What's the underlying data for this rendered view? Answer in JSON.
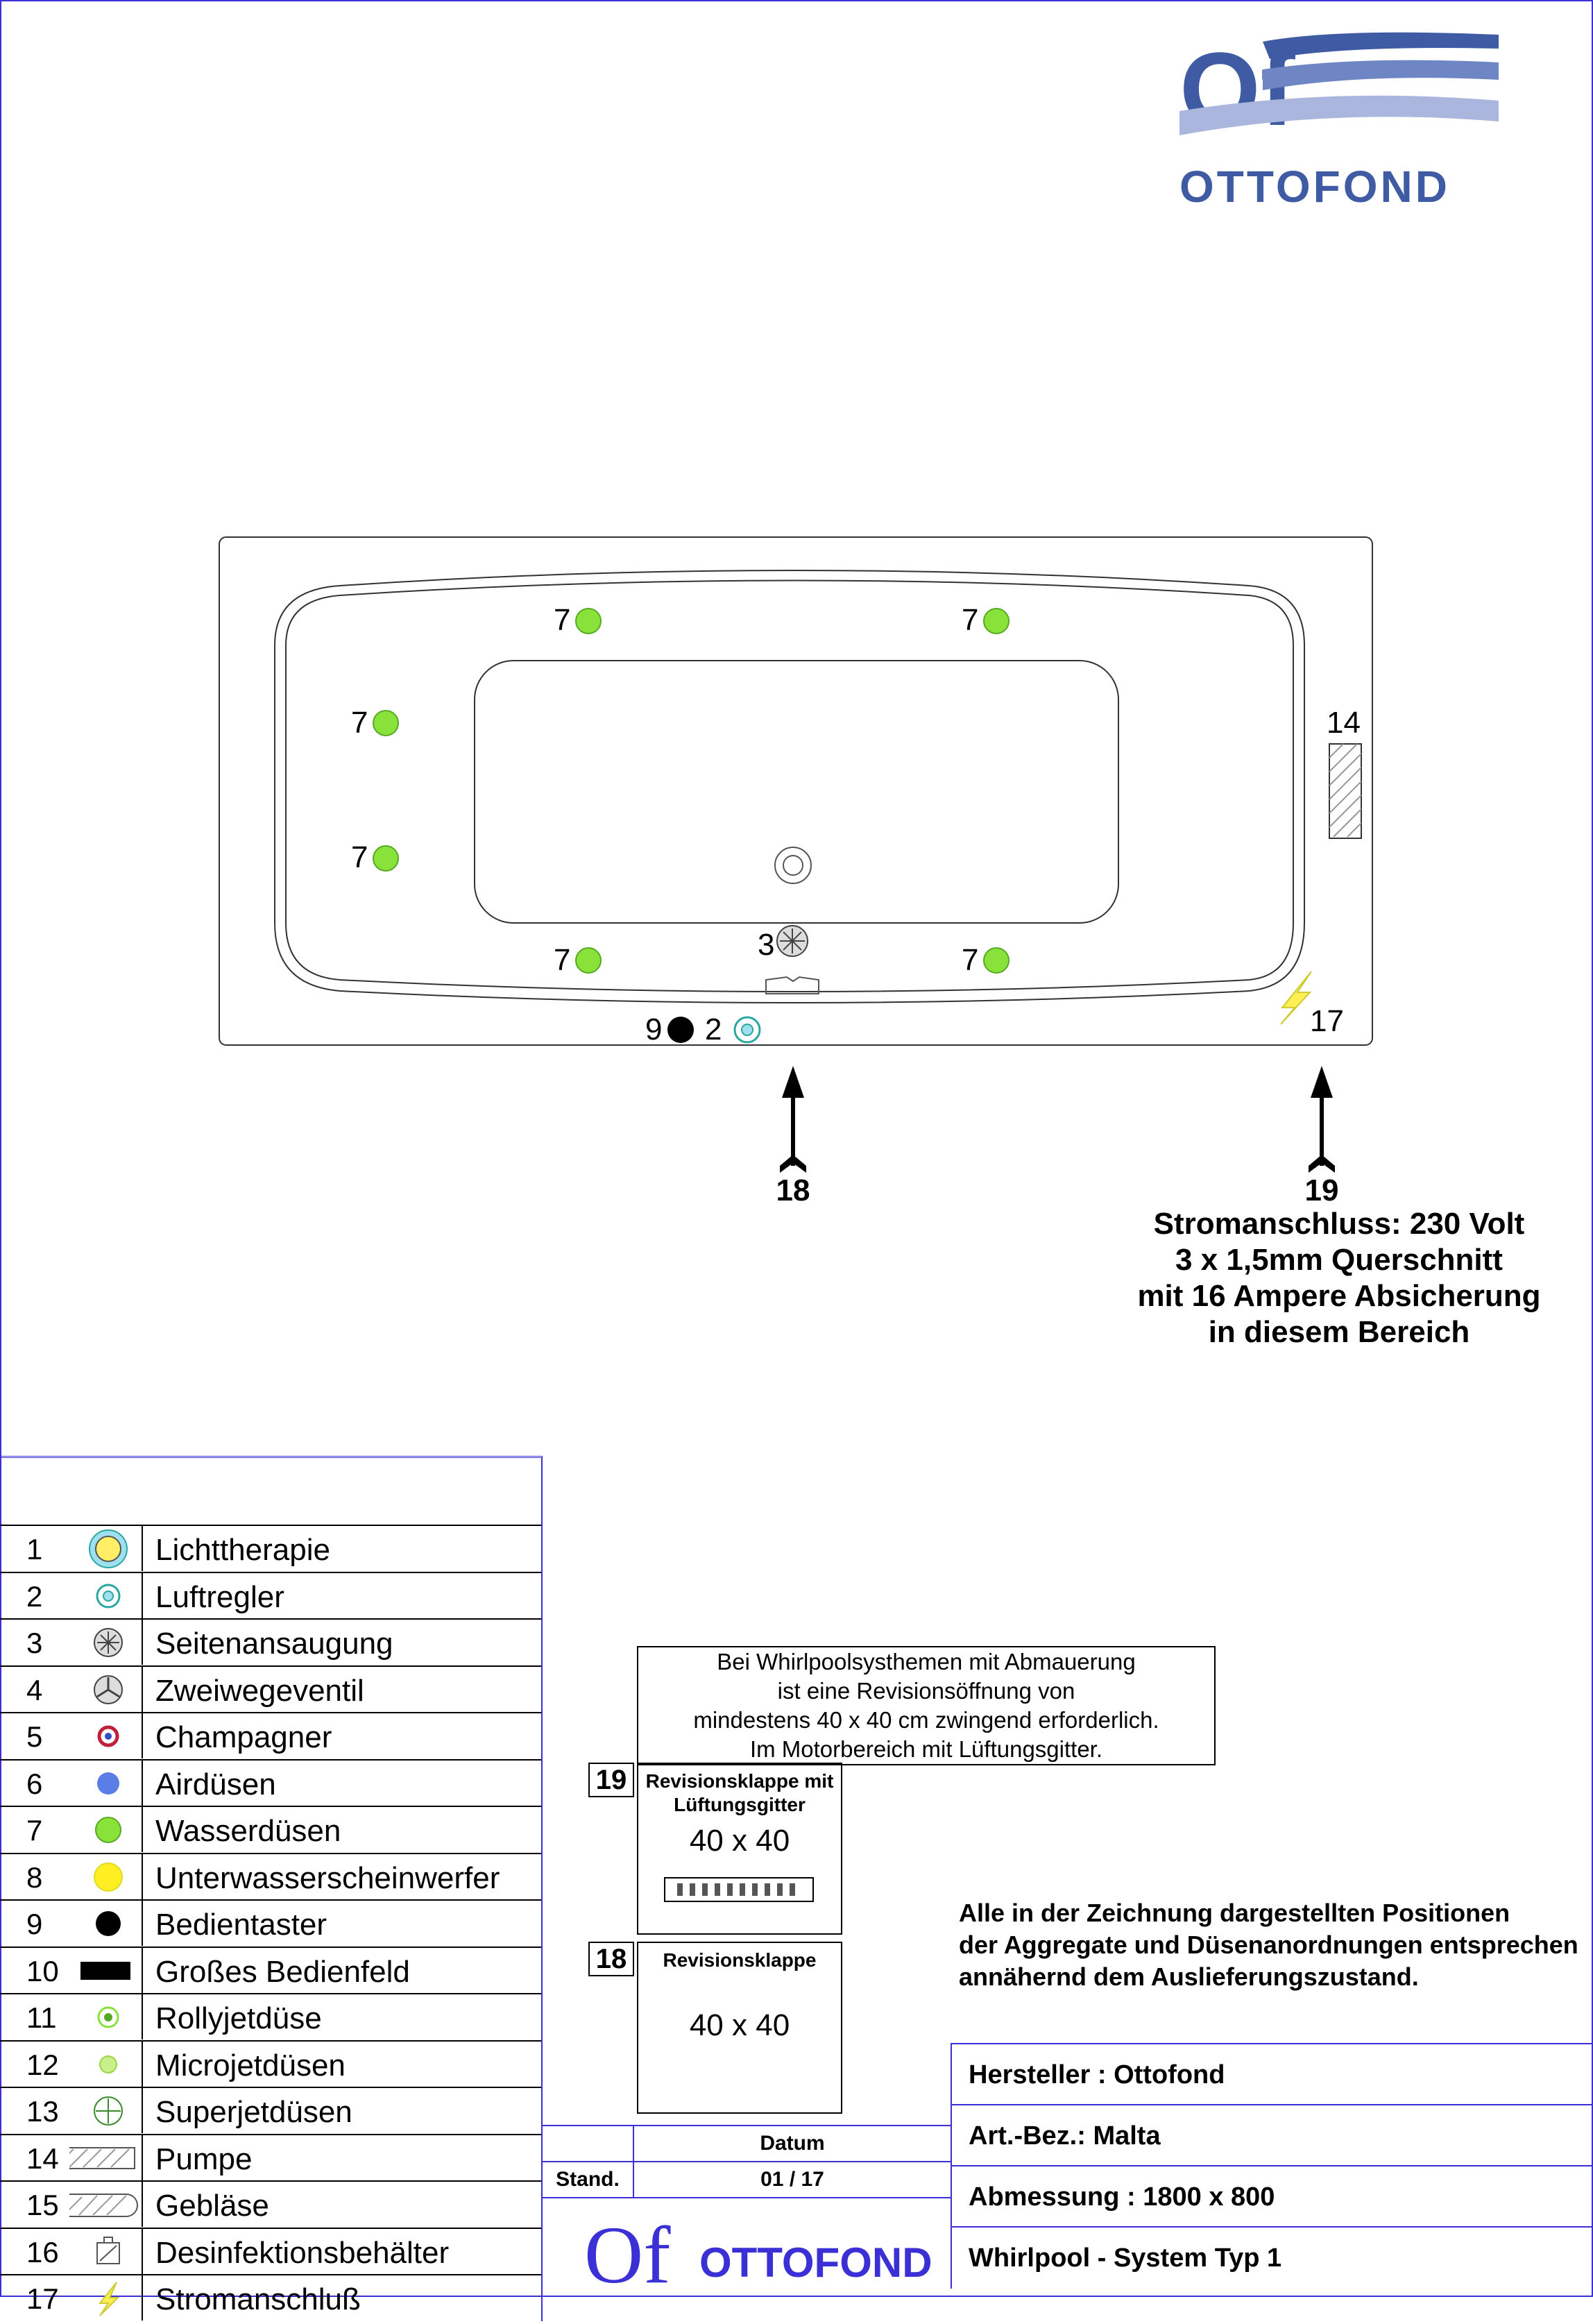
{
  "logo": {
    "brand": "OTTOFOND",
    "mark": "Of"
  },
  "drawing": {
    "jet_labels": [
      "7",
      "7",
      "7",
      "7",
      "7",
      "7"
    ],
    "suction_label": "3",
    "button_label": "9",
    "air_label": "2",
    "pump_label": "14",
    "power_label": "17",
    "arrow_left_label": "18",
    "arrow_right_label": "19",
    "power_note": [
      "Stromanschluss: 230 Volt",
      "3 x 1,5mm Querschnitt",
      "mit 16 Ampere Absicherung",
      "in diesem Bereich"
    ]
  },
  "legend": [
    {
      "n": "1",
      "label": "Lichttherapie",
      "icon": "light-therapy-icon"
    },
    {
      "n": "2",
      "label": "Luftregler",
      "icon": "air-regulator-icon"
    },
    {
      "n": "3",
      "label": "Seitenansaugung",
      "icon": "side-suction-icon"
    },
    {
      "n": "4",
      "label": "Zweiwegeventil",
      "icon": "two-way-valve-icon"
    },
    {
      "n": "5",
      "label": "Champagner",
      "icon": "champagne-icon"
    },
    {
      "n": "6",
      "label": "Airdüsen",
      "icon": "air-jet-icon"
    },
    {
      "n": "7",
      "label": "Wasserdüsen",
      "icon": "water-jet-icon"
    },
    {
      "n": "8",
      "label": "Unterwasserscheinwerfer",
      "icon": "underwater-light-icon"
    },
    {
      "n": "9",
      "label": "Bedientaster",
      "icon": "control-button-icon"
    },
    {
      "n": "10",
      "label": "Großes Bedienfeld",
      "icon": "control-panel-icon"
    },
    {
      "n": "11",
      "label": "Rollyjetdüse",
      "icon": "rollyjet-icon"
    },
    {
      "n": "12",
      "label": "Microjetdüsen",
      "icon": "microjet-icon"
    },
    {
      "n": "13",
      "label": "Superjetdüsen",
      "icon": "superjet-icon"
    },
    {
      "n": "14",
      "label": "Pumpe",
      "icon": "pump-icon"
    },
    {
      "n": "15",
      "label": "Gebläse",
      "icon": "blower-icon"
    },
    {
      "n": "16",
      "label": "Desinfektionsbehälter",
      "icon": "disinfection-container-icon"
    },
    {
      "n": "17",
      "label": "Stromanschluß",
      "icon": "power-connection-icon"
    }
  ],
  "notes": {
    "revision_note": [
      "Bei Whirlpoolsysthemen mit Abmauerung",
      "ist eine Revisionsöffnung von",
      "mindestens 40 x 40 cm zwingend erforderlich.",
      "Im Motorbereich mit Lüftungsgitter."
    ],
    "rev19": {
      "num": "19",
      "title": "Revisionsklappe mit Lüftungsgitter",
      "size": "40 x 40"
    },
    "rev18": {
      "num": "18",
      "title": "Revisionsklappe",
      "size": "40 x 40"
    },
    "remark": [
      "Alle in der Zeichnung dargestellten Positionen",
      "der Aggregate und Düsenanordnungen entsprechen",
      "annähernd dem Auslieferungszustand."
    ]
  },
  "title_block": {
    "hersteller": "Hersteller : Ottofond",
    "art": "Art.-Bez.: Malta",
    "abmessung": "Abmessung : 1800 x 800",
    "system": "Whirlpool - System Typ 1",
    "datum_label": "Datum",
    "stand_label": "Stand.",
    "stand_value": "01 / 17",
    "brand": "OTTOFOND",
    "mark": "Of"
  }
}
